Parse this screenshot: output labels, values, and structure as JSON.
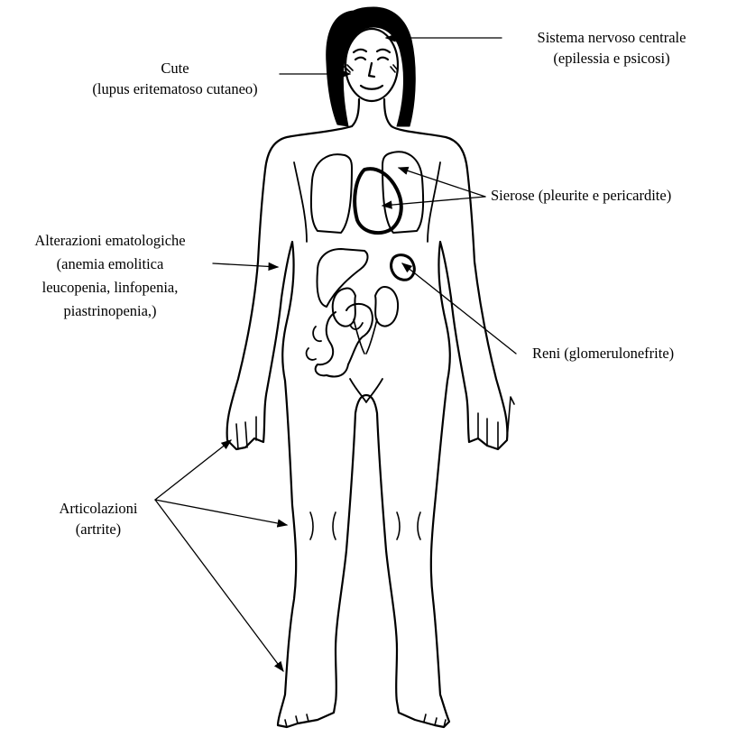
{
  "labels": {
    "cns": {
      "line1": "Sistema nervoso centrale",
      "line2": "(epilessia e psicosi)"
    },
    "skin": {
      "line1": "Cute",
      "line2": "(lupus eritematoso cutaneo)"
    },
    "serosa": {
      "line1": "Sierose (pleurite e pericardite)"
    },
    "hematologic": {
      "line1": "Alterazioni ematologiche",
      "line2": "(anemia emolitica",
      "line3": "leucopenia, linfopenia,",
      "line4": "piastrinopenia,)"
    },
    "kidney": {
      "line1": "Reni (glomerulonefrite)"
    },
    "joints": {
      "line1": "Articolazioni",
      "line2": "(artrite)"
    }
  },
  "colors": {
    "line": "#000000",
    "background": "#ffffff"
  }
}
